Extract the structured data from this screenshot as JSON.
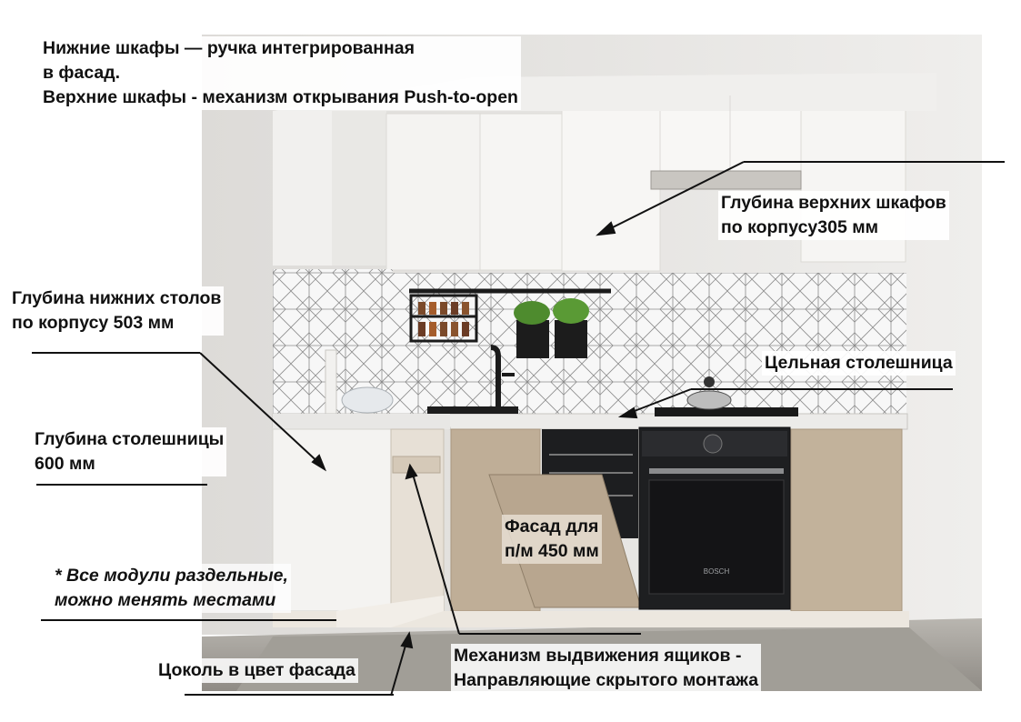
{
  "annotations": {
    "handles": "Нижние шкафы — ручка интегрированная\nв фасад.\nВерхние шкафы - механизм открывания Push-to-open",
    "upper_depth": "Глубина верхних шкафов\nпо корпусу305 мм",
    "lower_depth": "Глубина нижних столов\nпо корпусу 503 мм",
    "countertop_solid": "Цельная столешница",
    "countertop_depth": "Глубина столешницы\n 600 мм",
    "dishwasher_facade": "Фасад для\nп/м 450 мм",
    "modules_note": "* Все модули раздельные,\nможно менять местами",
    "plinth": "Цоколь в цвет фасада",
    "drawer_mechanism": "Механизм выдвижения ящиков -\nНаправляющие скрытого монтажа"
  },
  "oven": {
    "brand": "BOSCH"
  },
  "colors": {
    "upper_cabinets": "#f3f2f0",
    "lower_facades": "#bfae97",
    "countertop": "#ecebe9",
    "floor": "#a5a29c",
    "walls": "#e8e6e3",
    "oven": "#1e1f21"
  },
  "icons": [
    "spice-rack-icon",
    "faucet-icon",
    "plant-pot-icon",
    "cooktop-icon",
    "dishwasher-icon",
    "oven-icon"
  ]
}
